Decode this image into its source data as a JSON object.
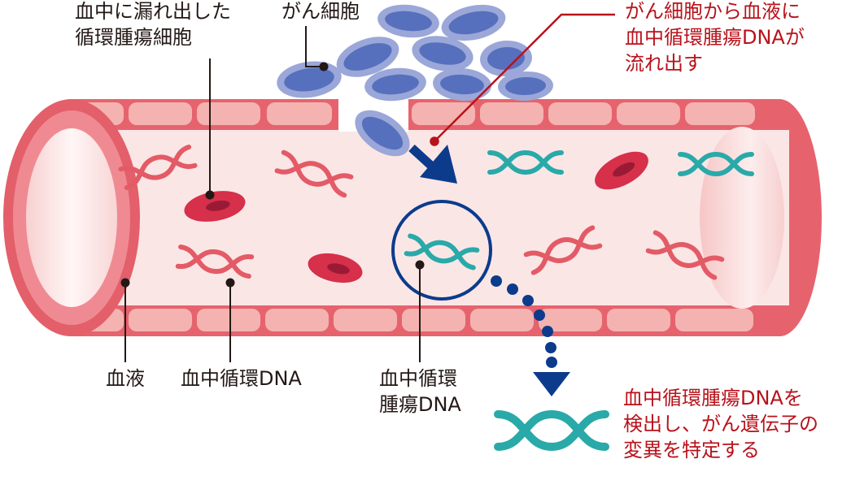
{
  "labels": {
    "leaked_cells": [
      "血中に漏れ出した",
      "循環腫瘍細胞"
    ],
    "cancer_cells": "がん細胞",
    "release_note": [
      "がん細胞から血液に",
      "血中循環腫瘍DNAが",
      "流れ出す"
    ],
    "plasma": "血液",
    "cfdna": "血中循環DNA",
    "ctdna": [
      "血中循環",
      "腫瘍DNA"
    ],
    "detect_note": [
      "血中循環腫瘍DNAを",
      "検出し、がん遺伝子の",
      "変異を特定する"
    ]
  },
  "colors": {
    "vessel_outer": "#e6636e",
    "vessel_inner": "#fbe5e5",
    "endothelial_cell": "#f4b3b0",
    "normal_dna": "#e35b66",
    "tumor_dna": "#2aa9a9",
    "red_blood_cell": "#d6304a",
    "cancer_cell_fill": "#5670bd",
    "cancer_cell_halo": "#9aa7d8",
    "arrow_navy": "#0c3b8c",
    "annotation_red": "#b8121b",
    "text": "#231815"
  }
}
